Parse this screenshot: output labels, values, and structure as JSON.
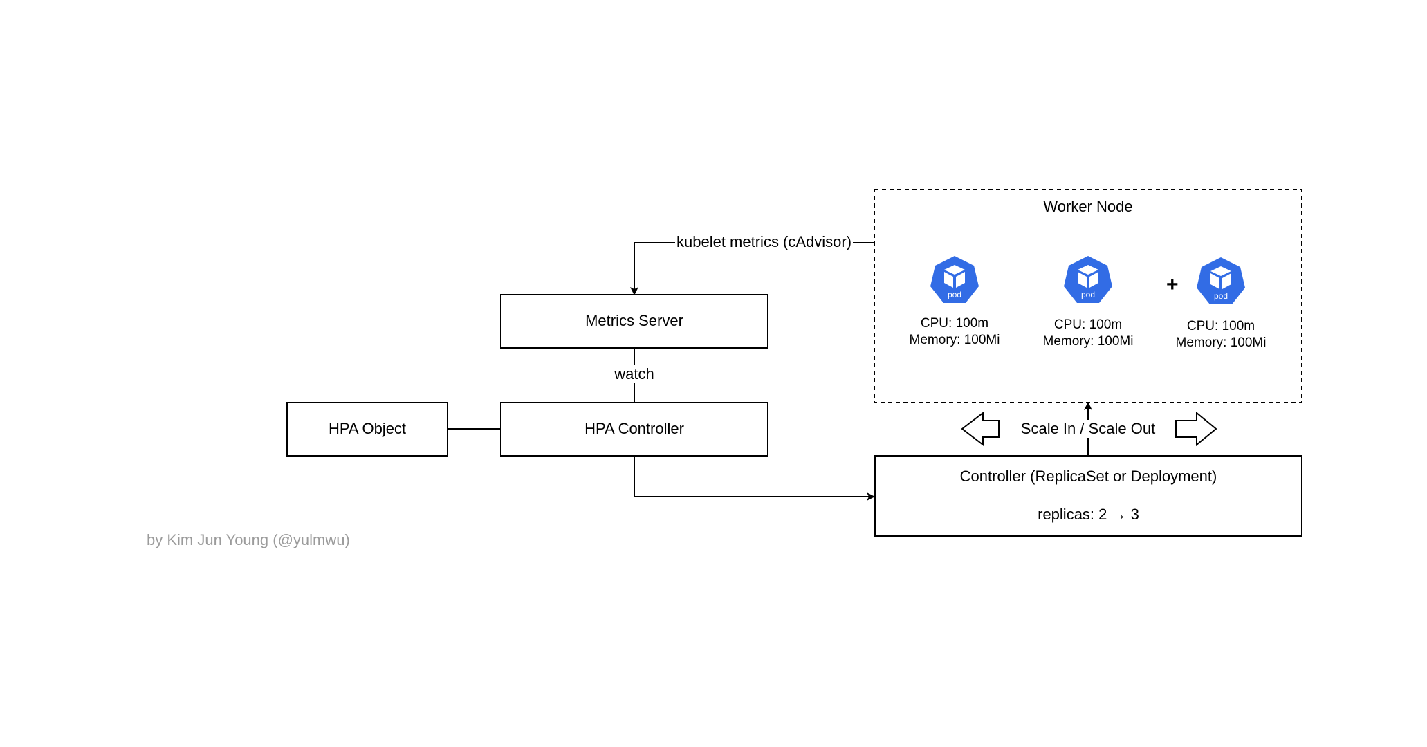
{
  "nodes": {
    "metrics_server": "Metrics Server",
    "hpa_controller": "HPA Controller",
    "hpa_object": "HPA Object",
    "controller_title": "Controller (ReplicaSet or Deployment)",
    "controller_replicas": "replicas: 2 → 3"
  },
  "worker_node": {
    "title": "Worker Node",
    "pods": [
      {
        "icon_label": "pod",
        "cpu": "CPU: 100m",
        "memory": "Memory: 100Mi"
      },
      {
        "icon_label": "pod",
        "cpu": "CPU: 100m",
        "memory": "Memory: 100Mi"
      },
      {
        "icon_label": "pod",
        "cpu": "CPU: 100m",
        "memory": "Memory: 100Mi"
      }
    ],
    "plus": "+"
  },
  "edges": {
    "kubelet": "kubelet metrics (cAdvisor)",
    "watch": "watch",
    "scale": "Scale In / Scale Out"
  },
  "credit": "by Kim Jun Young (@yulmwu)",
  "colors": {
    "pod_fill": "#326ce5",
    "pod_symbol": "#ffffff",
    "line": "#000000",
    "credit": "#9b9b9b"
  }
}
